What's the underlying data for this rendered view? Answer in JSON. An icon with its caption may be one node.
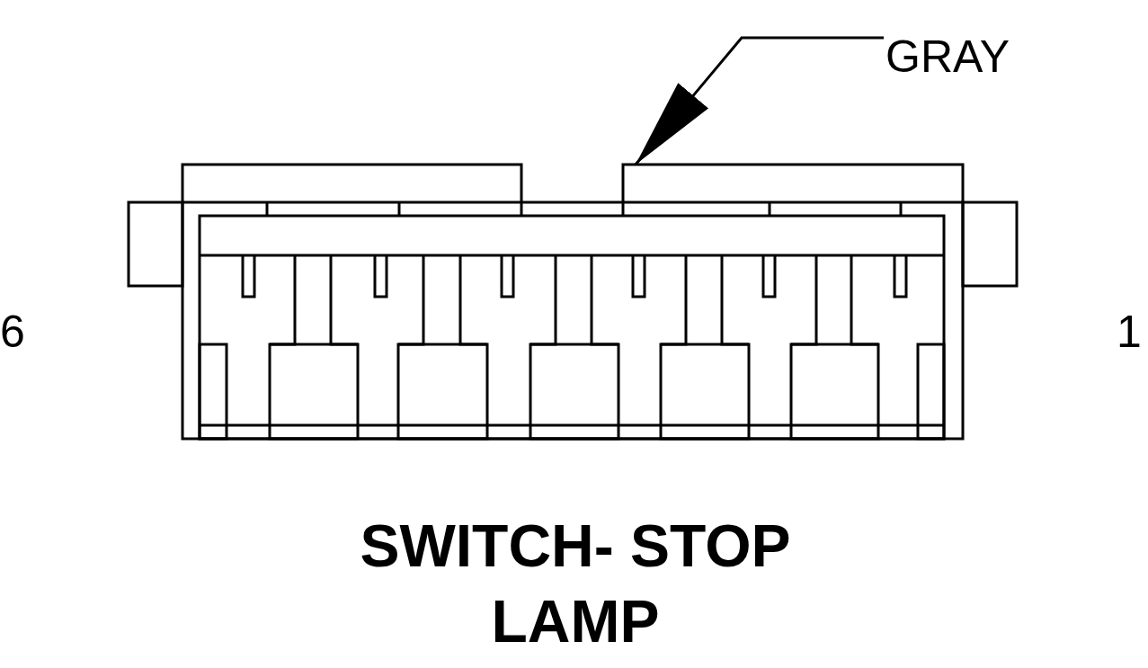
{
  "diagram": {
    "caption": "SWITCH- STOP LAMP",
    "nodes": [
      {
        "text": [
          "GRAY"
        ]
      },
      {
        "text": [],
        "shape": "picture"
      }
    ],
    "edges": [
      {
        "from": 0,
        "to": 1,
        "arrow": "to"
      }
    ],
    "labels": [
      "6",
      "1"
    ]
  }
}
